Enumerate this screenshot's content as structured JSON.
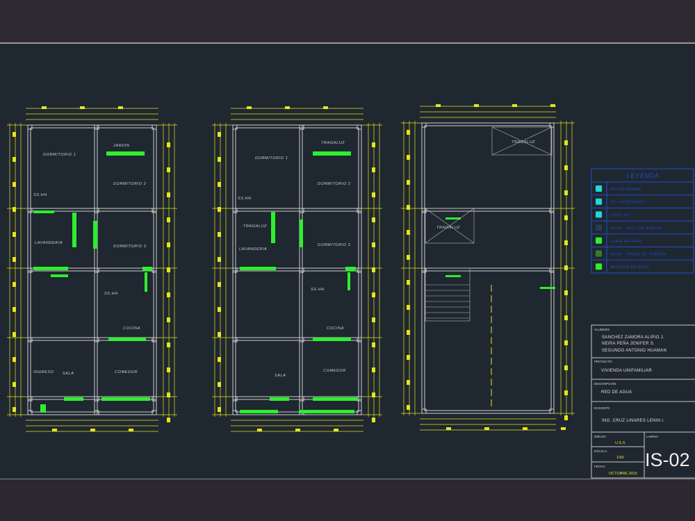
{
  "plans": [
    {
      "rooms": [
        "DORMITORIO 1",
        "JARDIN",
        "DORMITORIO 2",
        "SS.HH",
        "LAVANDERIA",
        "DORMITORIO 3",
        "SS.HH",
        "COCINA",
        "INGRESO",
        "SALA",
        "COMEDOR"
      ]
    },
    {
      "rooms": [
        "DORMITORIO 1",
        "TRAGALUZ",
        "DORMITORIO 2",
        "SS.HH",
        "TRAGALUZ",
        "LAVANDERIA",
        "DORMITORIO 3",
        "SS.HH",
        "COCINA",
        "SALA",
        "COMEDOR"
      ]
    },
    {
      "rooms": [
        "TRAGALUZ",
        "TRAGALUZ"
      ]
    }
  ],
  "legend": {
    "title": "LEYENDA",
    "items": [
      {
        "label": "MOTOR BOMBA",
        "icon": "pump-icon"
      },
      {
        "label": "TE - ACCESORIO",
        "icon": "tee-icon"
      },
      {
        "label": "CODO 90°",
        "icon": "elbow-icon"
      },
      {
        "label": "AGUA - TEE CON SUBIDA",
        "icon": "tee-riser-icon"
      },
      {
        "label": "LLAVE DE PASO",
        "icon": "valve-icon"
      },
      {
        "label": "AGUA - CRUCE DE TUBERIA",
        "icon": "pipe-crossing-icon"
      },
      {
        "label": "MEDIDOR DE AGUA",
        "icon": "water-meter-icon"
      }
    ]
  },
  "title_block": {
    "alumnos_label": "ALUMNOS",
    "alumnos": [
      "SANCHEZ ZAMORA ALIPIO J.",
      "NEIRA PEÑA JENIFER S.",
      "SEGUNDO ANTONIO HUAMAN"
    ],
    "proyecto_label": "PROYECTO:",
    "proyecto": "VIVIENDA UNIFAMILIAR",
    "descripcion_label": "DESCRIPCION:",
    "descripcion": "RED DE AGUA",
    "docente_label": "DOCENTE:",
    "docente": "ING. CRUZ LINARES LENIN I.",
    "dibujo_label": "DIBUJO:",
    "dibujo": "U.S.S",
    "escala_label": "ESCALA:",
    "escala": "1/50",
    "fecha_label": "FECHA:",
    "fecha": "OCTUBRE 2015",
    "lamina_label": "LAMINA:",
    "lamina": "IS-02"
  },
  "colors": {
    "wall": "#d0d0d0",
    "dimension": "#e6e61c",
    "pipe": "#2cf02c",
    "legend": "#1f4fd0",
    "background": "#1f2730"
  }
}
